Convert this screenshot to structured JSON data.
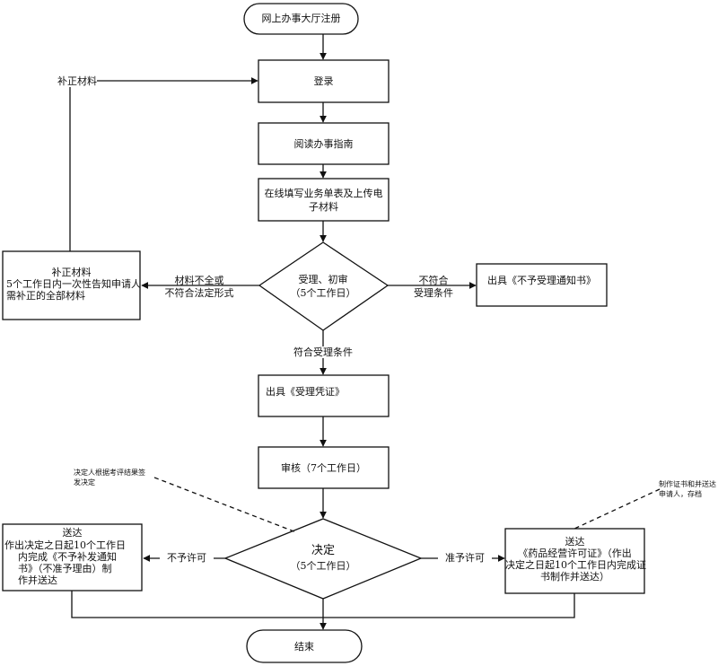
{
  "start": "网上办事大厅注册",
  "login": "登录",
  "read_guide": "阅读办事指南",
  "fill_form": [
    "在线填写业务单表及上传电",
    "子材料"
  ],
  "accept": [
    "受理、初审",
    "（5个工作日）"
  ],
  "supplement_top": "补正材料",
  "supplement_box": {
    "title": "补正材料",
    "lines": [
      "5个工作日内一次性告知申请人",
      "需补正的全部材料"
    ]
  },
  "incomplete": [
    "材料不全或",
    "不符合法定形式"
  ],
  "not_meet": [
    "不符合",
    "受理条件"
  ],
  "not_accept_notice": "出具《不予受理通知书》",
  "meets": "符合受理条件",
  "receipt": "出具《受理凭证》",
  "review": "审核（7个工作日）",
  "note_left": [
    "决定人根据考评结果签",
    "发决定"
  ],
  "note_right": [
    "制作证书和并送达",
    "申请人，存档"
  ],
  "decision": [
    "决定",
    "（5个工作日）"
  ],
  "reject_label": "不予许可",
  "approve_label": "准予许可",
  "deliver_left": {
    "title": "送达",
    "lines": [
      "作出决定之日起10个工作日",
      "内完成《不予补发通知",
      "书》（不准予理由）制",
      "作并送达"
    ]
  },
  "deliver_right": {
    "title": "送达",
    "lines": [
      "《药品经营许可证》（作出",
      "决定之日起10个工作日内完成证",
      "书制作并送达）"
    ]
  },
  "end": "结束"
}
